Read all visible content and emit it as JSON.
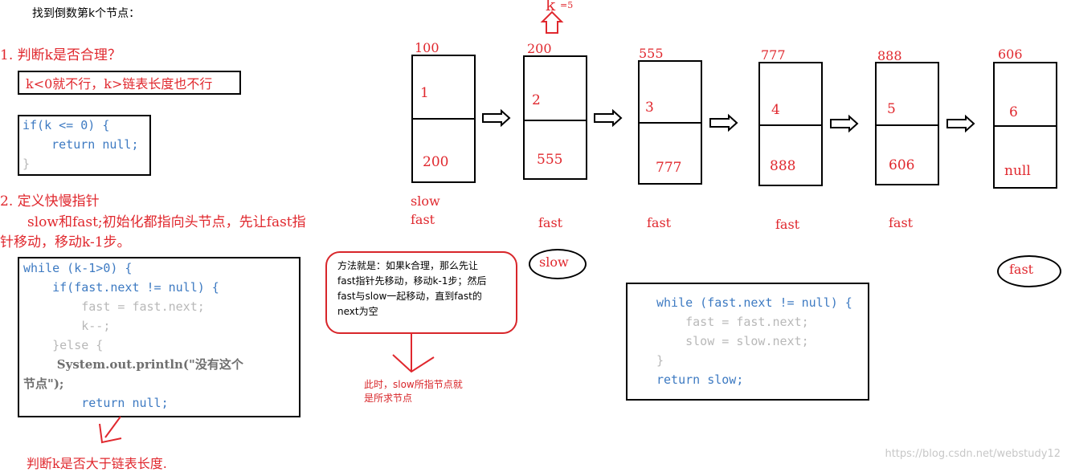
{
  "title": "找到倒数第k个节点：",
  "step1": {
    "heading": "1. 判断k是否合理？",
    "condition": "k<0就不行，k>链表长度也不行",
    "code": [
      "if(k <= 0) {",
      "    return null;",
      "}"
    ]
  },
  "step2": {
    "heading": "2. 定义快慢指针",
    "desc_line1": "slow和fast;初始化都指向头节点，先让fast指",
    "desc_line2": "针移动，移动k-1步。",
    "code": [
      "while (k-1>0) {",
      "    if(fast.next != null) {",
      "        fast = fast.next;",
      "        k--;",
      "    }else {",
      "        System.out.println(\"没有这个",
      "节点\");",
      "        return null;"
    ],
    "bottom_note": "判断k是否大于链表长度."
  },
  "k_label": "k",
  "k_value": "=5",
  "nodes": [
    {
      "address": "100",
      "value": "1",
      "next": "200"
    },
    {
      "address": "200",
      "value": "2",
      "next": "555"
    },
    {
      "address": "555",
      "value": "3",
      "next": "777"
    },
    {
      "address": "777",
      "value": "4",
      "next": "888"
    },
    {
      "address": "888",
      "value": "5",
      "next": "606"
    },
    {
      "address": "606",
      "value": "6",
      "next": "null"
    }
  ],
  "pointers": {
    "slow_start": "slow",
    "fast_labels": [
      "fast",
      "fast",
      "fast",
      "fast",
      "fast"
    ],
    "slow_circled": "slow",
    "fast_circled": "fast"
  },
  "callout": "方法就是：如果k合理，那么先让\nfast指针先移动，移动k-1步；然后\nfast与slow一起移动，直到fast的\nnext为空",
  "result_note": "此时，slow所指节点就\n是所求节点",
  "final_code": [
    "while (fast.next != null) {",
    "    fast = fast.next;",
    "    slow = slow.next;",
    "}",
    "return slow;"
  ],
  "watermark": "https://blog.csdn.net/webstudy12",
  "colors": {
    "accent_red": "#e0282e",
    "keyword_blue": "#3d7ac2",
    "comment_gray": "#b8b8b8"
  }
}
